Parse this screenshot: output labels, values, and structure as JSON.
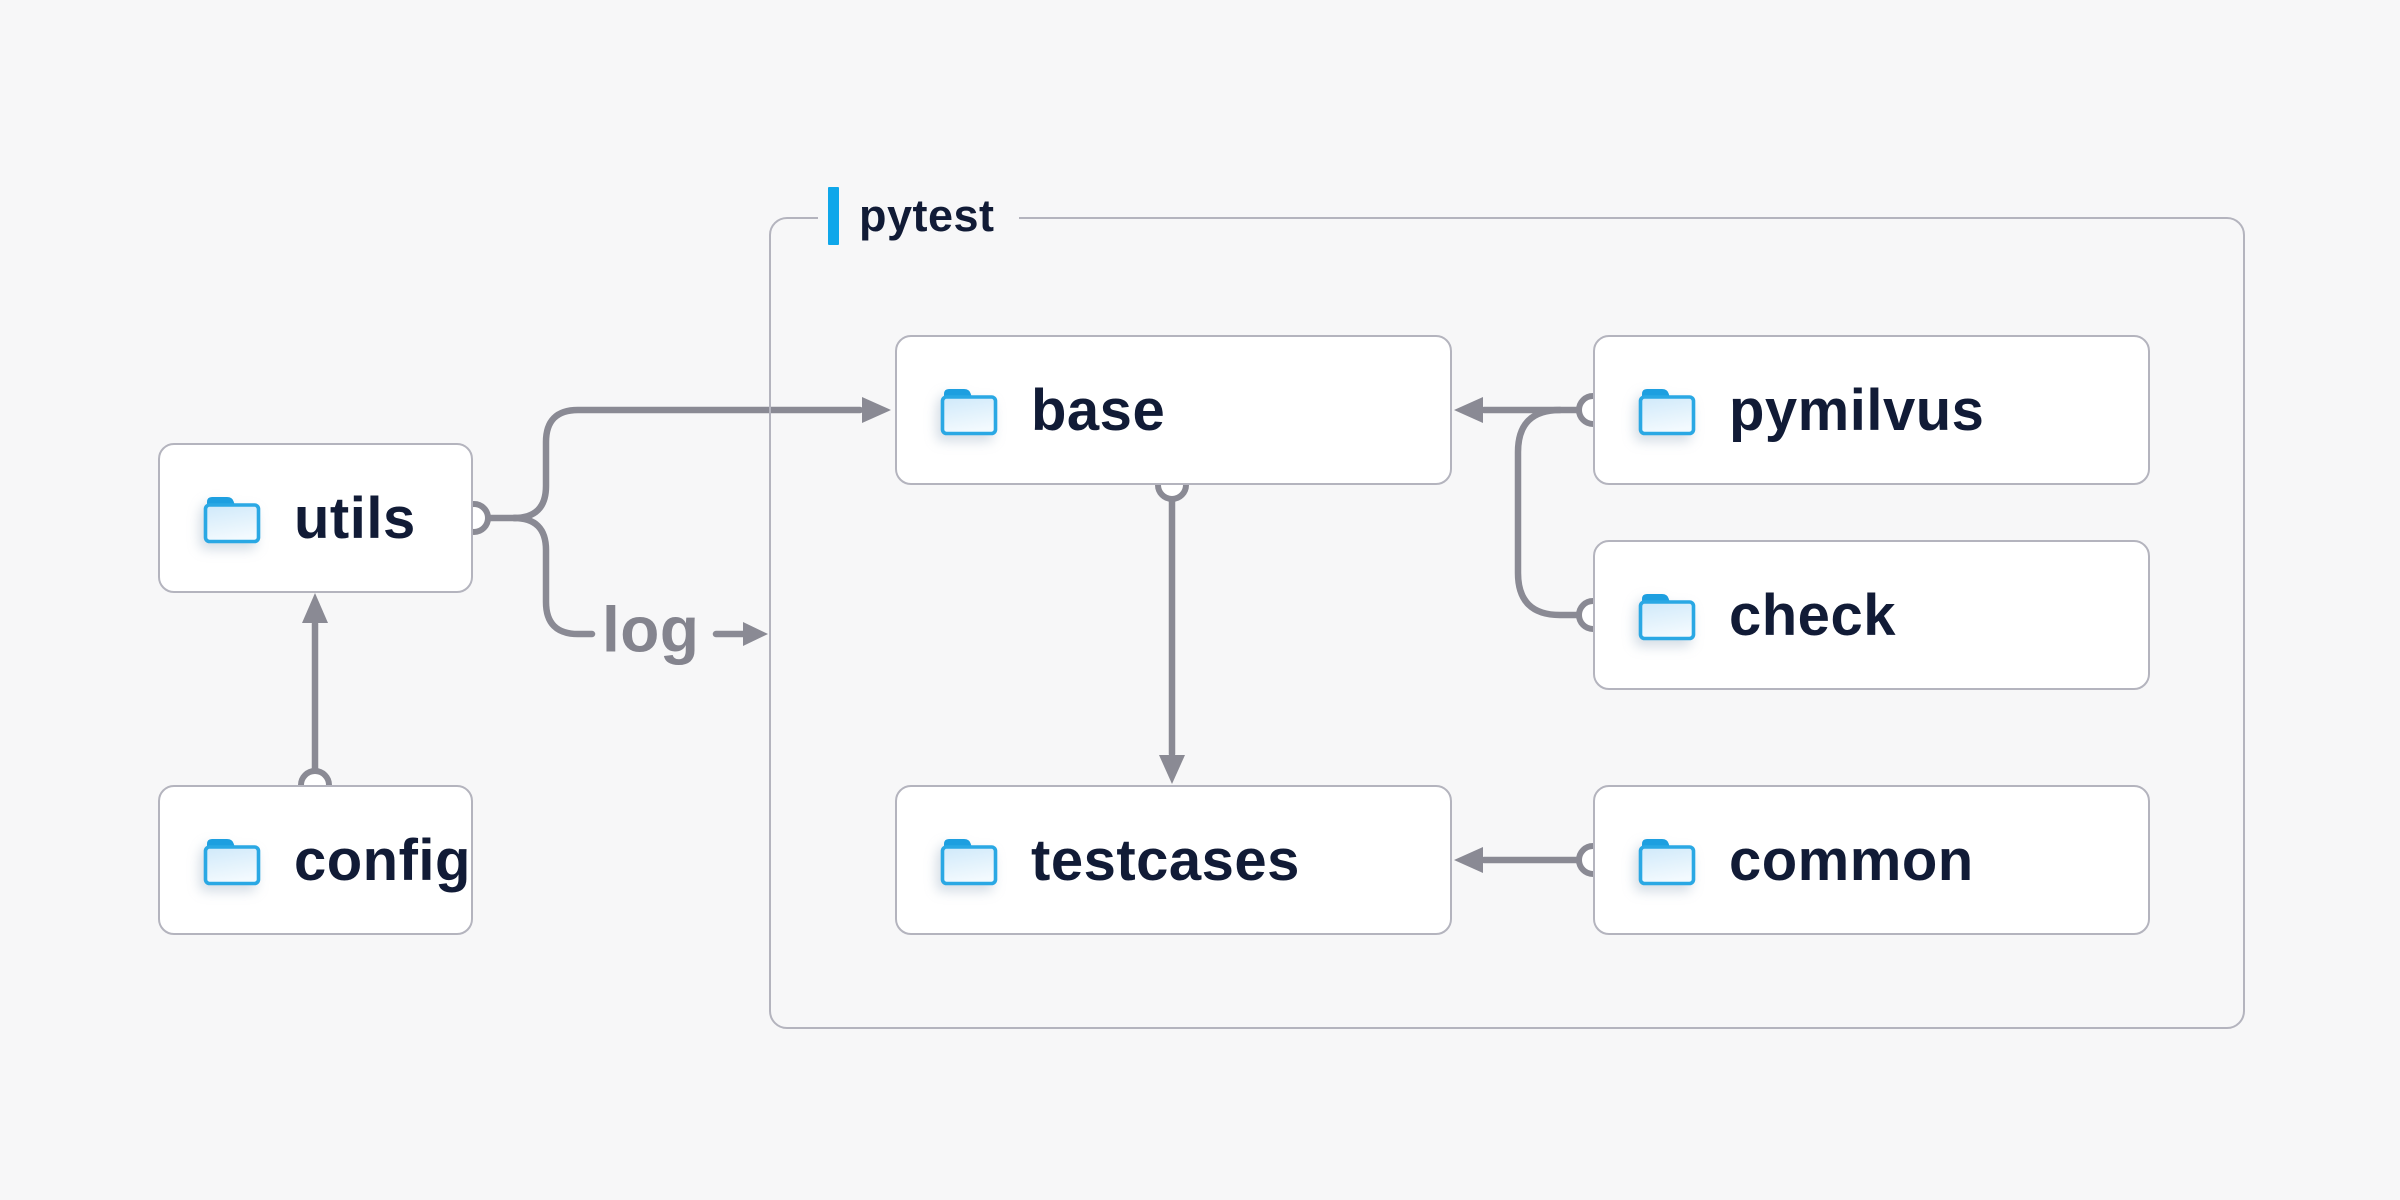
{
  "group": {
    "label": "pytest"
  },
  "edge_labels": {
    "log": "log"
  },
  "nodes": {
    "utils": {
      "label": "utils"
    },
    "config": {
      "label": "config"
    },
    "base": {
      "label": "base"
    },
    "pymilvus": {
      "label": "pymilvus"
    },
    "check": {
      "label": "check"
    },
    "testcases": {
      "label": "testcases"
    },
    "common": {
      "label": "common"
    }
  },
  "edges": [
    {
      "from": "config",
      "to": "utils",
      "type": "arrow"
    },
    {
      "from": "utils",
      "to": "base",
      "type": "arrow"
    },
    {
      "from": "utils",
      "to": "log",
      "type": "labeled-arrow",
      "label": "log"
    },
    {
      "from": "base",
      "to": "testcases",
      "type": "arrow"
    },
    {
      "from": "pymilvus",
      "to": "base",
      "type": "arrow"
    },
    {
      "from": "check",
      "to": "base",
      "type": "arrow"
    },
    {
      "from": "common",
      "to": "testcases",
      "type": "arrow"
    }
  ],
  "colors": {
    "background": "#f7f7f8",
    "node_fill": "#ffffff",
    "node_border": "#b4b4be",
    "connector_gray": "#8a8a94",
    "text_navy": "#111b36",
    "accent_blue": "#0fa7ea",
    "folder_blue": "#2aa8e4"
  }
}
